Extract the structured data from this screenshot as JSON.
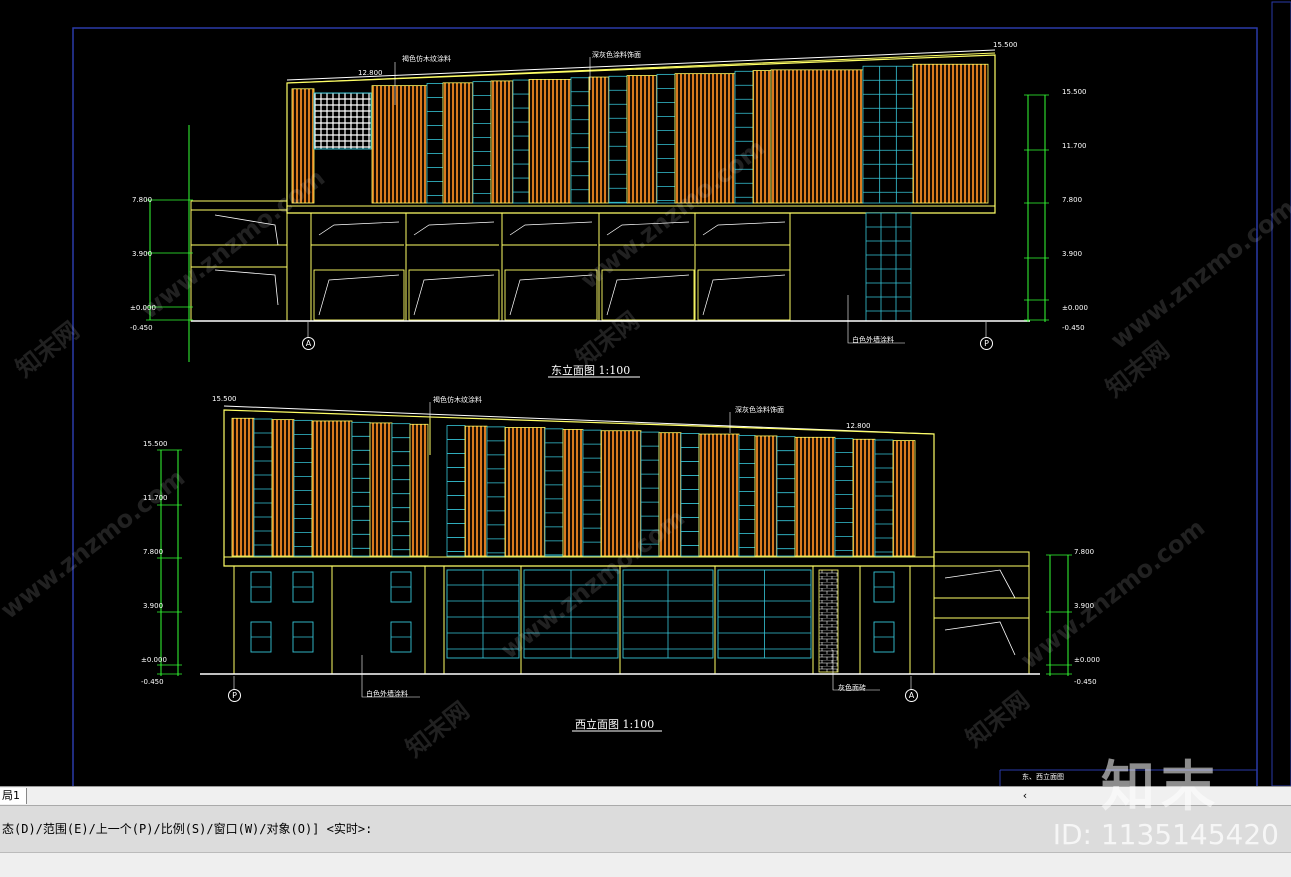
{
  "drawing": {
    "east_elevation_title": "东立面图  1:100",
    "west_elevation_title": "西立面图  1:100",
    "sheet_title": "东、西立面图",
    "east_notes": {
      "wood_panel": "褐色仿木纹涂料",
      "gray_coating": "深灰色涂料饰面",
      "white_coating": "白色外墙涂料",
      "top_level": "15.500",
      "roof_level": "12.800"
    },
    "west_notes": {
      "wood_panel": "褐色仿木纹涂料",
      "gray_coating": "深灰色涂料饰面",
      "white_coating": "白色外墙涂料",
      "gray_brick": "灰色面砖",
      "roof_level": "15.500",
      "mid_level": "12.800"
    },
    "axis_labels": {
      "a": "A",
      "p": "P"
    },
    "levels_left": [
      "15.500",
      "11.700",
      "7.800",
      "3.900",
      "±0.000",
      "-0.450"
    ],
    "levels_right_east": [
      "15.500",
      "11.700",
      "7.800",
      "3.900",
      "±0.000",
      "-0.450"
    ],
    "levels_right_west": [
      "7.800",
      "3.900",
      "±0.000",
      "-0.450"
    ]
  },
  "watermark": {
    "site": "www.znzmo.com",
    "brand": "知末网",
    "logo": "知末",
    "id": "ID: 1135145420"
  },
  "ui": {
    "layout_tab": "局1",
    "scroll_left": "‹",
    "command_prompt": "态(D)/范围(E)/上一个(P)/比例(S)/窗口(W)/对象(O)] <实时>:"
  },
  "colors": {
    "background": "#000000",
    "wood": "#d97a1e",
    "frame": "#ffff66",
    "glass": "#36c6d8",
    "dim": "#33ff33"
  }
}
